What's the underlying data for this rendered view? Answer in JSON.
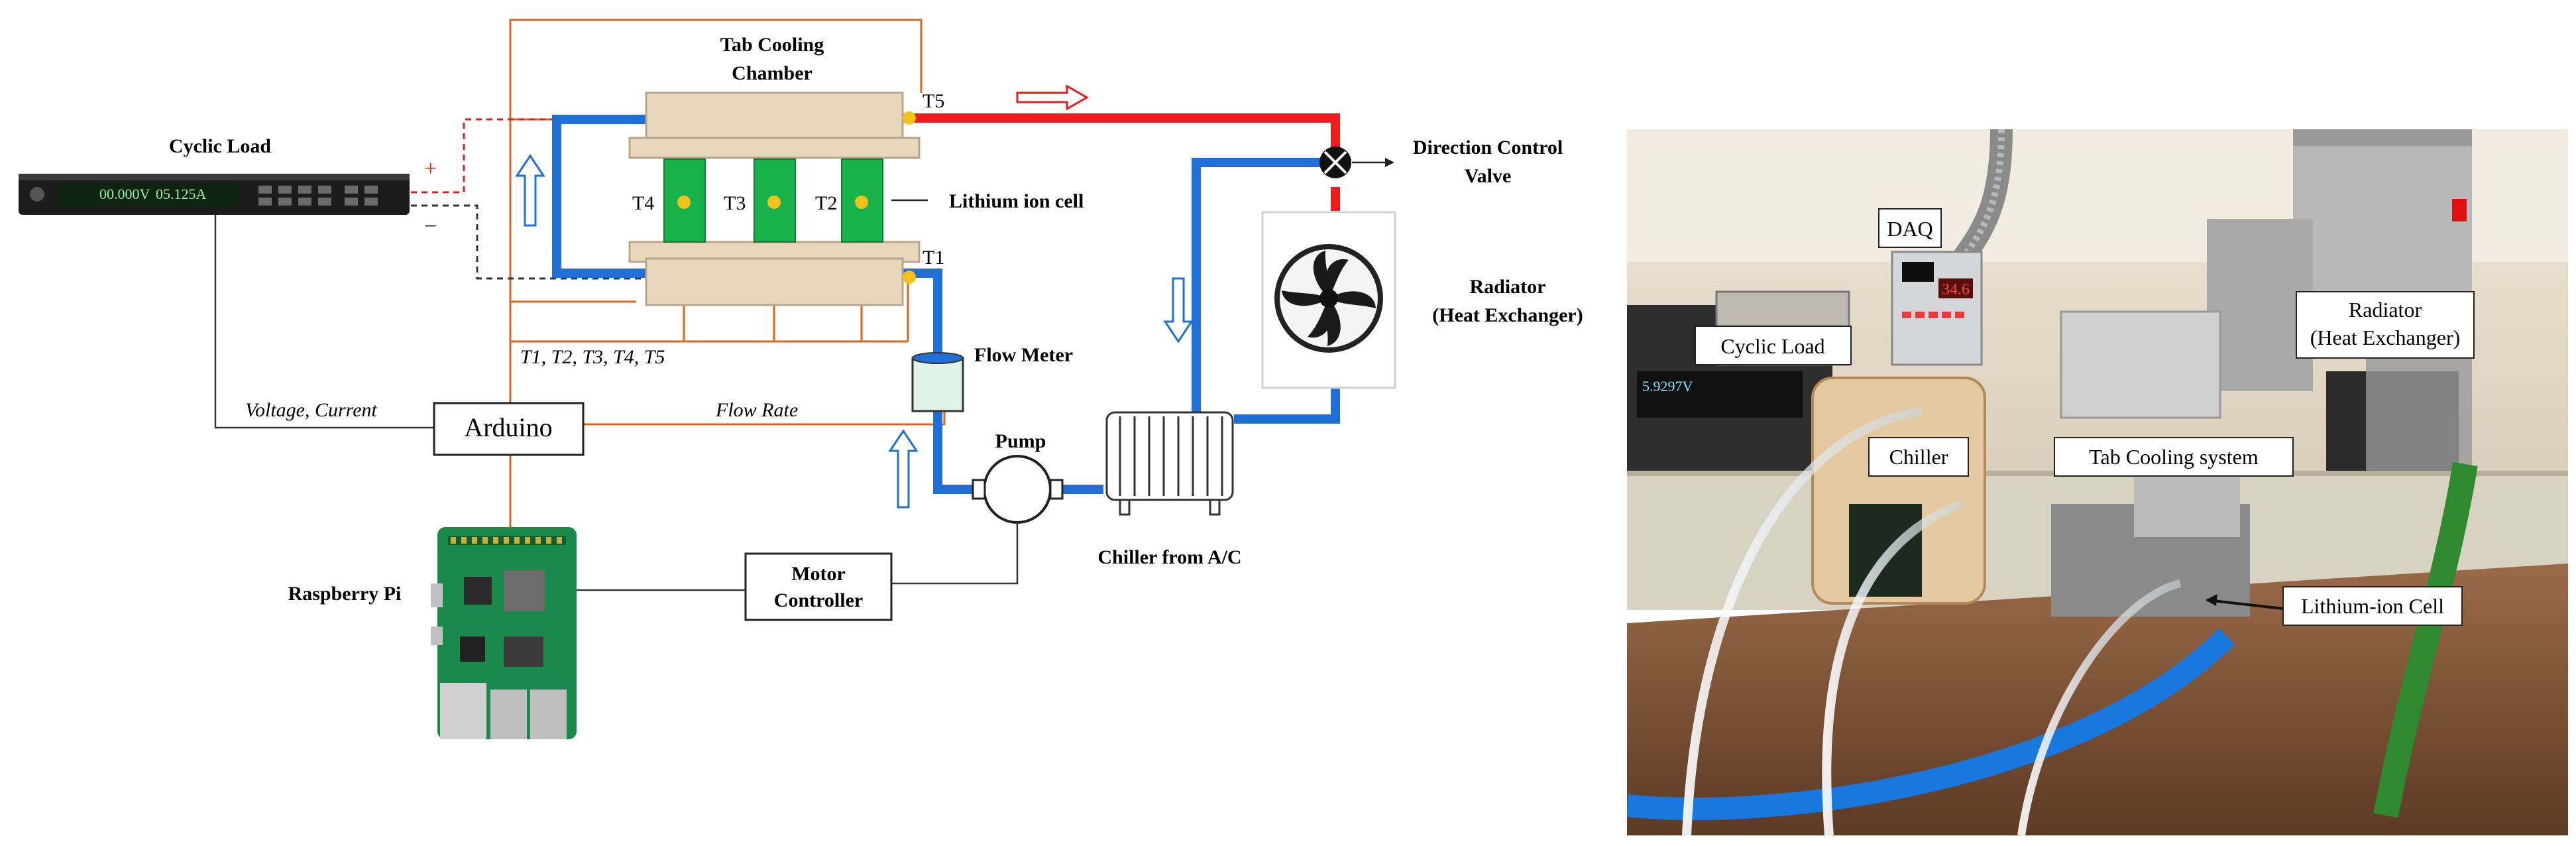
{
  "diagram": {
    "labels": {
      "cyclic_load": "Cyclic Load",
      "tab_cooling_chamber_1": "Tab Cooling",
      "tab_cooling_chamber_2": "Chamber",
      "lithium_ion_cell": "Lithium ion cell",
      "direction_control_valve_1": "Direction Control",
      "direction_control_valve_2": "Valve",
      "radiator_1": "Radiator",
      "radiator_2": "(Heat Exchanger)",
      "flow_meter": "Flow Meter",
      "pump": "Pump",
      "chiller": "Chiller from A/C",
      "motor_controller_1": "Motor",
      "motor_controller_2": "Controller",
      "raspberry_pi": "Raspberry Pi",
      "arduino": "Arduino",
      "voltage_current": "Voltage, Current",
      "flow_rate": "Flow Rate",
      "temps": "T1, T2, T3, T4, T5",
      "plus": "+",
      "minus": "−",
      "t1": "T1",
      "t2": "T2",
      "t3": "T3",
      "t4": "T4",
      "t5": "T5"
    },
    "load_display": {
      "left": "00.000V",
      "right": "05.125A"
    }
  },
  "photo": {
    "labels": {
      "daq": "DAQ",
      "cyclic_load": "Cyclic Load",
      "radiator_1": "Radiator",
      "radiator_2": "(Heat Exchanger)",
      "chiller": "Chiller",
      "tab_cooling": "Tab Cooling system",
      "lithium_cell": "Lithium-ion Cell"
    },
    "daq_readout": "34.6",
    "load_readout": "5.9297V"
  },
  "colors": {
    "hot_pipe": "#ee1c1c",
    "cold_pipe": "#1f6fd6",
    "signal_wire": "#d9651e",
    "cell_green": "#17b24a",
    "chamber_beige": "#e8d7bc",
    "sensor_yellow": "#f2c21a"
  }
}
